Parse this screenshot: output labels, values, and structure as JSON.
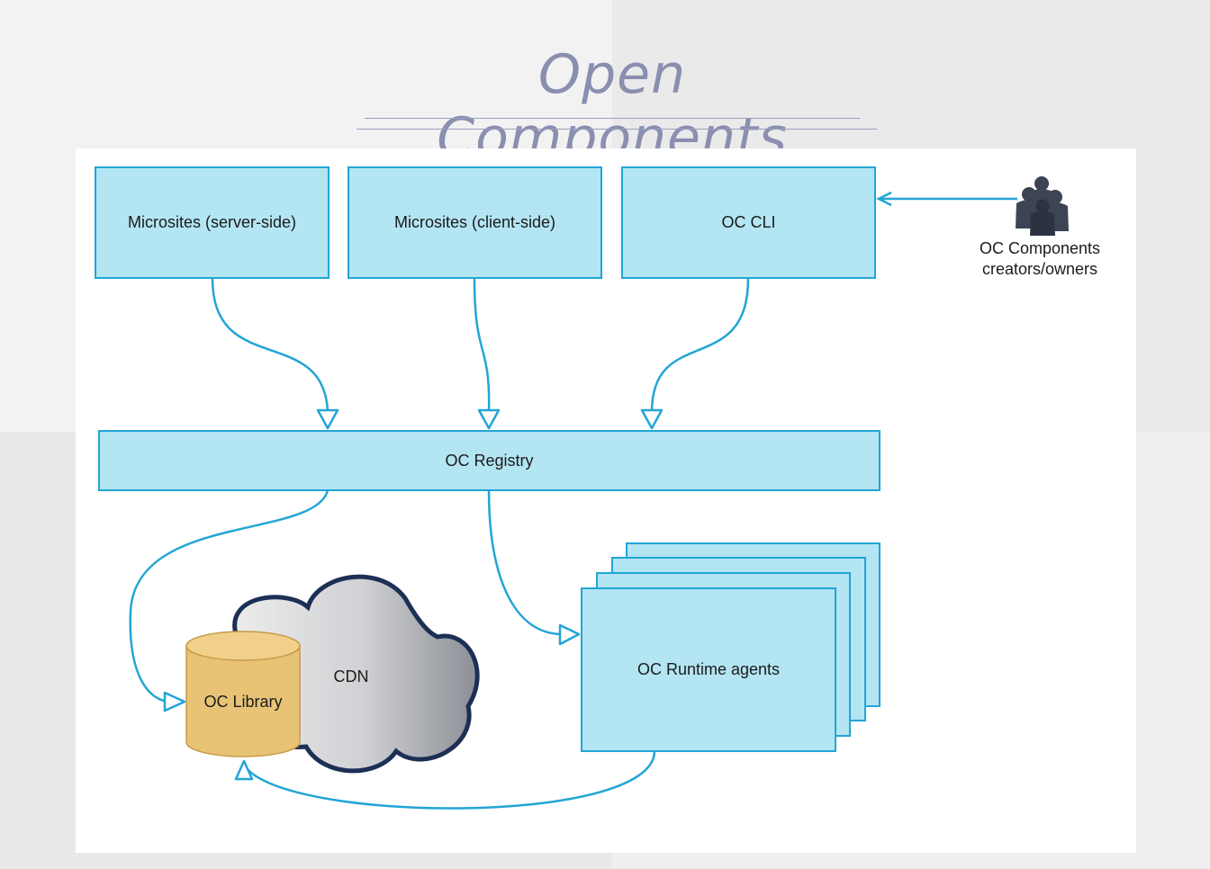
{
  "title": "Open Components",
  "nodes": {
    "microsites_server": "Microsites (server-side)",
    "microsites_client": "Microsites (client-side)",
    "oc_cli": "OC CLI",
    "oc_registry": "OC Registry",
    "oc_runtime_agents": "OC Runtime agents",
    "oc_library": "OC Library",
    "cdn": "CDN",
    "owners_line1": "OC Components",
    "owners_line2": "creators/owners"
  },
  "colors": {
    "box_fill": "#b3e5f3",
    "box_border": "#22a5d6",
    "arrow": "#22a5d6",
    "library_fill": "#e8c376",
    "cloud_outline": "#1c2f55",
    "title": "#8a8fb0"
  },
  "icons": {
    "owners": "people-group-icon",
    "library": "database-cylinder-icon",
    "cdn": "cloud-icon"
  }
}
